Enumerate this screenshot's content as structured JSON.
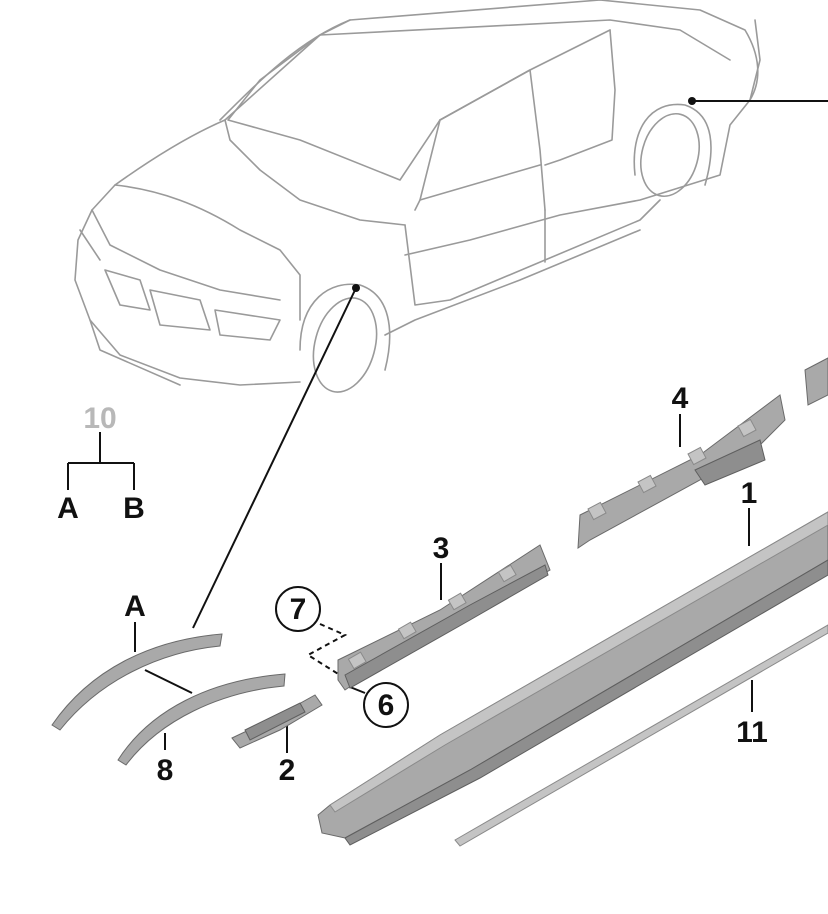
{
  "diagram": {
    "callouts": {
      "part_1": "1",
      "part_2": "2",
      "part_3": "3",
      "part_4": "4",
      "part_6": "6",
      "part_7": "7",
      "part_8": "8",
      "part_10": "10",
      "part_11": "11",
      "variant_a": "A",
      "variant_b": "B",
      "variant_a_arch": "A"
    },
    "colors": {
      "car_outline": "#9a9a9a",
      "part_fill": "#a9a9a9",
      "leader": "#111111"
    }
  }
}
